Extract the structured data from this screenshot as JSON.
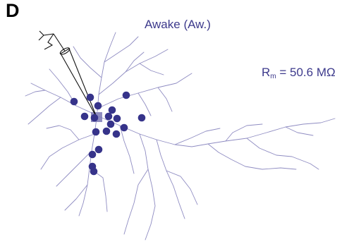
{
  "panel": {
    "label": "D",
    "condition_title": "Awake (Aw.)",
    "resistance": {
      "symbol": "R",
      "subscript": "m",
      "equals_value": "= 50.6 MΩ"
    }
  },
  "colors": {
    "dendrite": "#8f8cc2",
    "synapse_marker": "#36338a",
    "soma": "#7c79b5",
    "electrode": "#111111",
    "text": "#3d3a8c"
  },
  "synapse_count": 19
}
